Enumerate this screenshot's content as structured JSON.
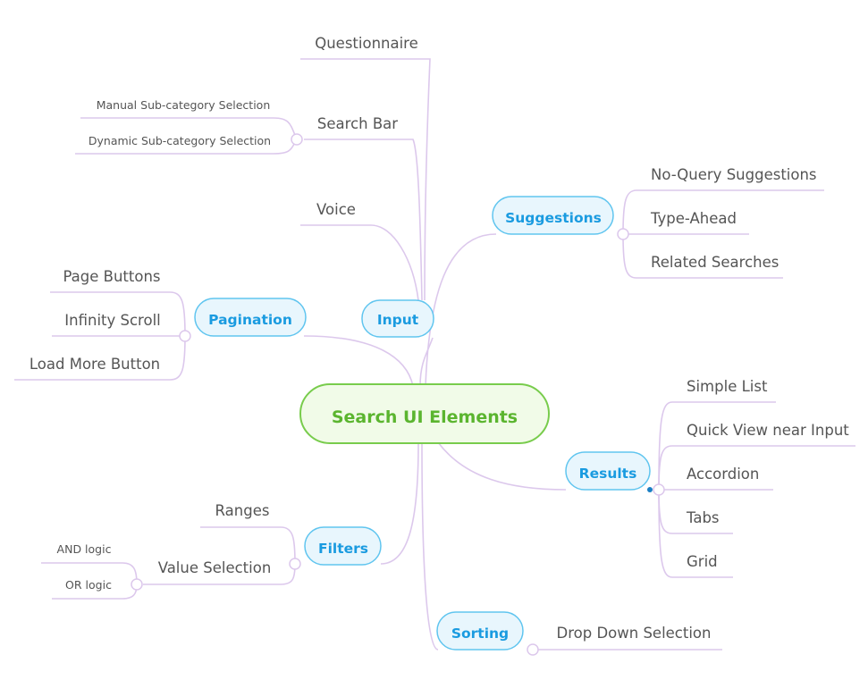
{
  "central": {
    "label": "Search UI Elements"
  },
  "colors": {
    "central_fill": "#f1fbe8",
    "central_stroke": "#78cc4c",
    "central_text": "#5bb52f",
    "topic_fill": "#e8f6fd",
    "topic_stroke": "#60c5ef",
    "topic_text": "#1a9be0",
    "line": "#dcc8ec",
    "leaf_text": "#555555"
  },
  "branches": {
    "input": {
      "label": "Input",
      "children": {
        "questionnaire": "Questionnaire",
        "search_bar": {
          "label": "Search Bar",
          "children": {
            "manual": "Manual Sub-category Selection",
            "dynamic": "Dynamic Sub-category Selection"
          }
        },
        "voice": "Voice"
      }
    },
    "suggestions": {
      "label": "Suggestions",
      "children": {
        "no_query": "No-Query Suggestions",
        "type_ahead": "Type-Ahead",
        "related": "Related Searches"
      }
    },
    "pagination": {
      "label": "Pagination",
      "children": {
        "page_buttons": "Page Buttons",
        "infinity": "Infinity Scroll",
        "load_more": "Load More Button"
      }
    },
    "results": {
      "label": "Results",
      "children": {
        "simple_list": "Simple List",
        "quick_view": "Quick View near Input",
        "accordion": "Accordion",
        "tabs": "Tabs",
        "grid": "Grid"
      }
    },
    "filters": {
      "label": "Filters",
      "children": {
        "ranges": "Ranges",
        "value_selection": {
          "label": "Value Selection",
          "children": {
            "and_logic": "AND logic",
            "or_logic": "OR logic"
          }
        }
      }
    },
    "sorting": {
      "label": "Sorting",
      "children": {
        "drop_down": "Drop Down Selection"
      }
    }
  }
}
